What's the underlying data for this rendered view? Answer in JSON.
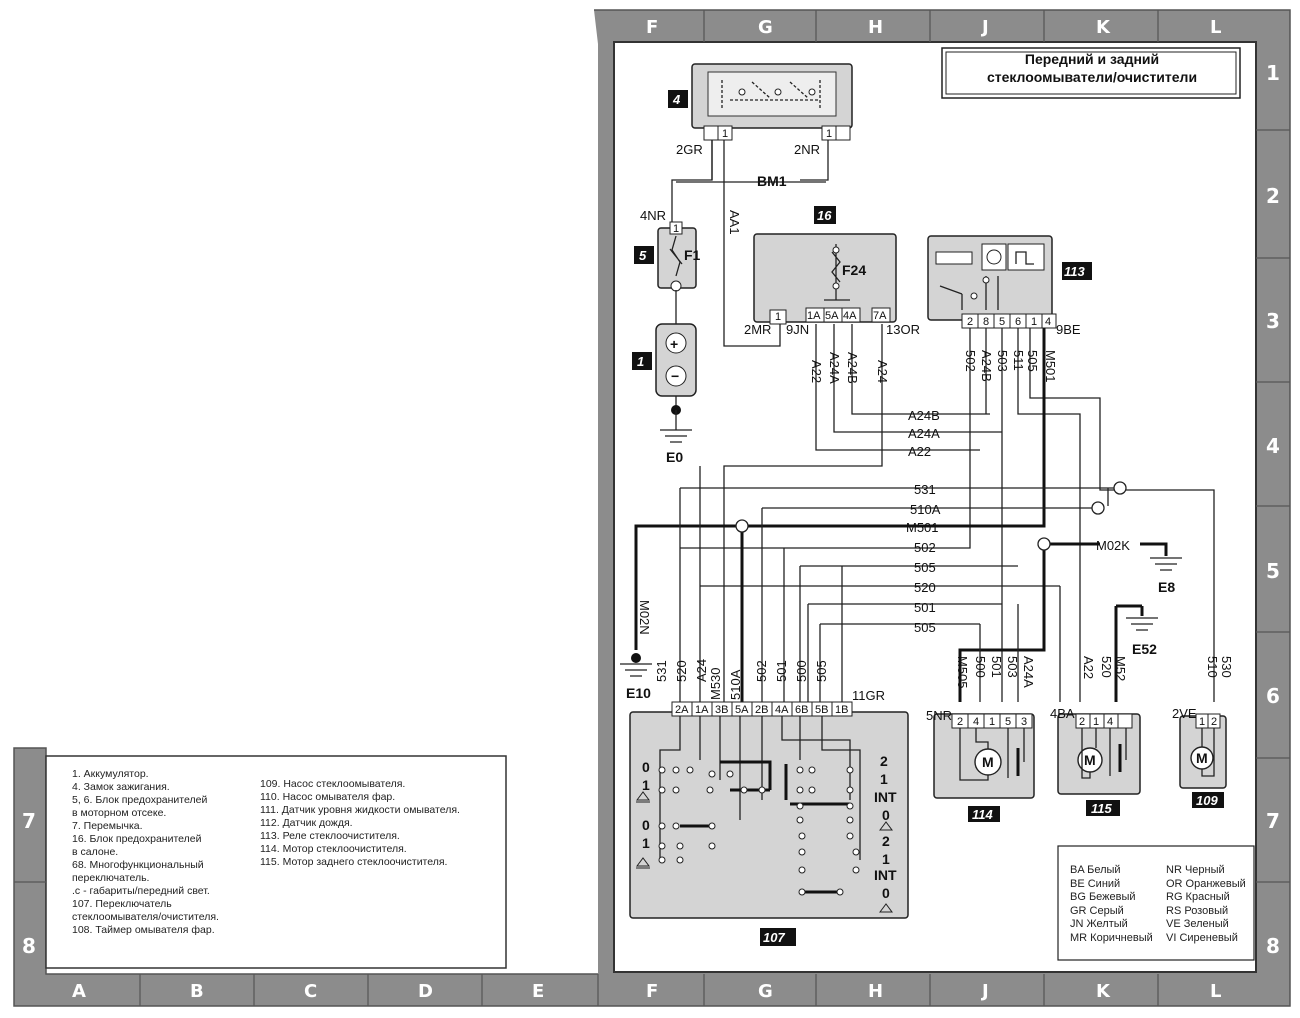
{
  "title": {
    "line1": "Передний и задний",
    "line2": "стеклоомыватели/очистители"
  },
  "grid": {
    "columns_top": [
      "F",
      "G",
      "H",
      "J",
      "K",
      "L"
    ],
    "columns_bottom": [
      "A",
      "B",
      "C",
      "D",
      "E",
      "F",
      "G",
      "H",
      "J",
      "K",
      "L"
    ],
    "rows": [
      "1",
      "2",
      "3",
      "4",
      "5",
      "6",
      "7",
      "8"
    ],
    "rows_left": [
      "7",
      "8"
    ]
  },
  "components": {
    "c4": "4",
    "c5": "5",
    "c1": "1",
    "c16": "16",
    "c113": "113",
    "c107": "107",
    "c114": "114",
    "c115": "115",
    "c109": "109"
  },
  "labels": {
    "gr2": "2GR",
    "nr2": "2NR",
    "bm1": "BM1",
    "nr4": "4NR",
    "aa1": "AA1",
    "f1": "F1",
    "f24": "F24",
    "e0": "E0",
    "mr2": "2MR",
    "jn9": "9JN",
    "or13": "13OR",
    "be9": "9BE",
    "gr11": "11GR",
    "nr5": "5NR",
    "ba4": "4BA",
    "ve2": "2VE",
    "e8": "E8",
    "e10": "E10",
    "e52": "E52",
    "m02k": "M02K",
    "m02n": "M02N",
    "one": "1"
  },
  "pins16": [
    "1A",
    "5A",
    "4A",
    "7A"
  ],
  "pins113": [
    "2",
    "8",
    "5",
    "6",
    "1",
    "4"
  ],
  "pins107": [
    "2A",
    "1A",
    "3B",
    "5A",
    "2B",
    "4A",
    "6B",
    "5B",
    "1B"
  ],
  "pins114": [
    "2",
    "4",
    "1",
    "5",
    "3"
  ],
  "pins115": [
    "2",
    "1",
    "4"
  ],
  "pins109": [
    "1",
    "2"
  ],
  "wires16": [
    "A22",
    "A24A",
    "A24B",
    "A24"
  ],
  "wires113": [
    "502",
    "A24B",
    "503",
    "511",
    "505",
    "M501"
  ],
  "wires107": [
    "531",
    "520",
    "A24",
    "M530",
    "510A",
    "502",
    "501",
    "500",
    "505"
  ],
  "wires114": [
    "M505",
    "500",
    "501",
    "503",
    "A24A"
  ],
  "wires115": [
    "A22",
    "520",
    "M52"
  ],
  "wires109": [
    "510",
    "530"
  ],
  "buses": [
    "A24B",
    "A24A",
    "A22",
    "531",
    "510A",
    "M501",
    "502",
    "505",
    "520",
    "501",
    "505"
  ],
  "switch107": {
    "left": [
      "0",
      "1",
      "0",
      "1"
    ],
    "right": [
      "2",
      "1",
      "INT",
      "0",
      "2",
      "1",
      "INT",
      "0"
    ]
  },
  "legend_left": [
    "1. Аккумулятор.",
    "4. Замок зажигания.",
    "5, 6. Блок предохранителей",
    "в моторном отсеке.",
    "7. Перемычка.",
    "16. Блок предохранителей",
    "в салоне.",
    "68. Многофункциональный",
    "переключатель.",
    ".c - габариты/передний свет.",
    "107. Переключатель",
    "стеклоомывателя/очистителя.",
    "108. Таймер омывателя фар."
  ],
  "legend_right": [
    "109. Насос стеклоомывателя.",
    "110. Насос омывателя фар.",
    "111. Датчик уровня жидкости омывателя.",
    "112. Датчик дождя.",
    "113. Реле стеклоочистителя.",
    "114. Мотор стеклоочистителя.",
    "115. Мотор заднего стеклоочистителя."
  ],
  "colors_left": [
    "BA Белый",
    "BE Синий",
    "BG Бежевый",
    "GR Серый",
    "JN Желтый",
    "MR Коричневый"
  ],
  "colors_right": [
    "NR Черный",
    "OR Оранжевый",
    "RG Красный",
    "RS Розовый",
    "VE Зеленый",
    "VI Сиреневый"
  ]
}
